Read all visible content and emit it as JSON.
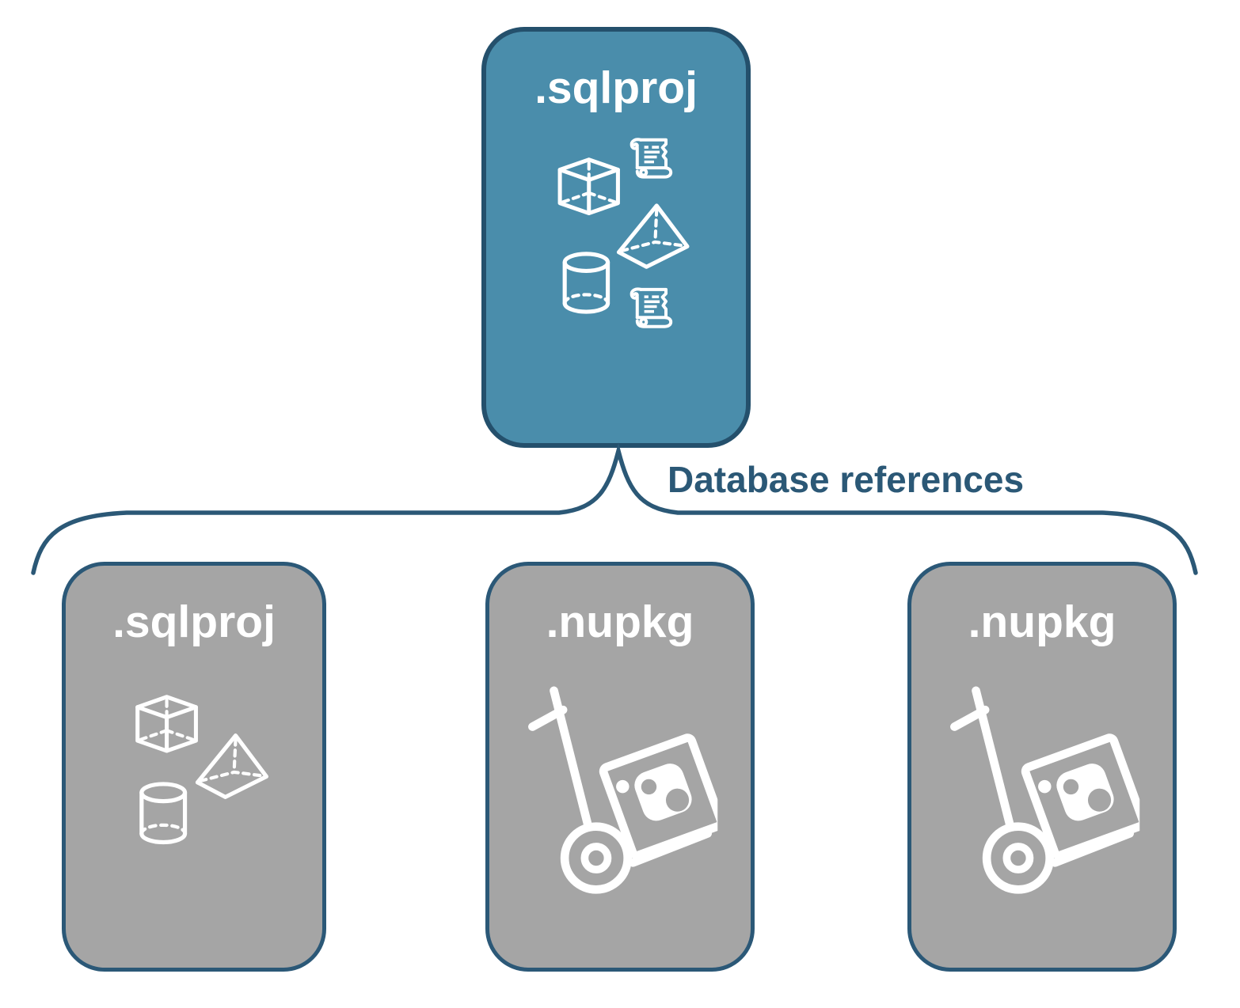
{
  "connector": {
    "label": "Database references"
  },
  "nodes": {
    "root": {
      "label": ".sqlproj",
      "type": "sql-project",
      "icons": [
        "cube-icon",
        "scroll-icon",
        "pyramid-icon",
        "cylinder-icon",
        "scroll-icon"
      ]
    },
    "children": [
      {
        "label": ".sqlproj",
        "type": "sql-project",
        "icons": [
          "cube-icon",
          "pyramid-icon",
          "cylinder-icon"
        ]
      },
      {
        "label": ".nupkg",
        "type": "nuget-package",
        "icons": [
          "package-dolly-icon"
        ]
      },
      {
        "label": ".nupkg",
        "type": "nuget-package",
        "icons": [
          "package-dolly-icon"
        ]
      }
    ]
  },
  "colors": {
    "accent_fill": "#4A8DAB",
    "accent_border": "#24506C",
    "child_fill": "#A5A5A5",
    "child_border": "#2B5877",
    "connector": "#2B5876",
    "icon": "#FFFFFF",
    "label": "#FFFFFF",
    "background": "#FFFFFF"
  }
}
